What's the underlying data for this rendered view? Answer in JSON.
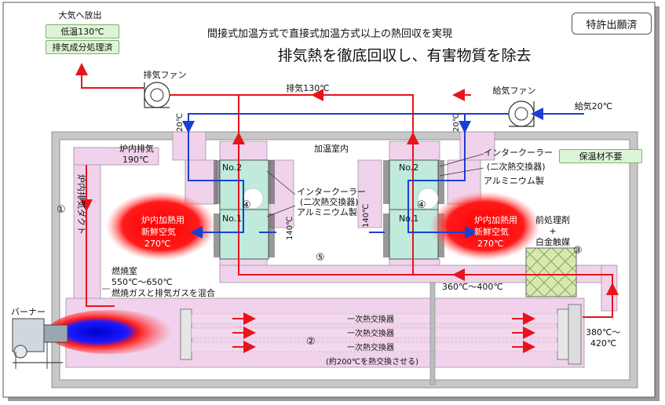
{
  "header": {
    "subtitle": "間接式加温方式で直接式加温方式以上の熱回収を実現",
    "title": "排気熱を徹底回収し、有害物質を除去",
    "patent_badge": "特許出願済"
  },
  "outlet": {
    "label": "大気へ放出",
    "box1": "低温130℃",
    "box2": "排気成分処理済"
  },
  "fans": {
    "exhaust_fan": "排気ファン",
    "supply_fan": "給気ファン",
    "exhaust_temp": "排気130℃",
    "supply_temp": "給気20℃"
  },
  "labels": {
    "twenty_left": "20℃",
    "twenty_right": "20℃",
    "furnace_exhaust": "炉内排気",
    "furnace_exhaust_temp": "190℃",
    "duct_label": "炉内排気ダクト",
    "room_label": "加温室内",
    "intercooler_left_1": "インタークーラー",
    "intercooler_left_2": "(二次熱交換器)",
    "intercooler_left_3": "アルミニウム製",
    "intercooler_right_1": "インタークーラー",
    "intercooler_right_2": "(二次熱交換器)",
    "intercooler_right_3": "アルミニウム製",
    "no_insulation": "保温材不要",
    "no2_left": "No.2",
    "no1_left": "No.1",
    "no2_right": "No.2",
    "no1_right": "No.1",
    "temp_140_left": "140℃",
    "temp_140_right": "140℃",
    "air_left_1": "炉内加熱用",
    "air_left_2": "新鮮空気",
    "air_left_3": "270℃",
    "air_right_1": "炉内加熱用",
    "air_right_2": "新鮮空気",
    "air_right_3": "270℃",
    "pretreatment_1": "前処理剤",
    "pretreatment_2": "+",
    "pretreatment_3": "白金触媒",
    "num_1": "①",
    "num_2": "②",
    "num_3": "③",
    "num_4a": "④",
    "num_4b": "④",
    "num_5": "⑤",
    "combustion_1": "燃焼室",
    "combustion_2": "550℃～650℃",
    "combustion_3": "燃焼ガスと排気ガスを混合",
    "temp_360": "360℃～400℃",
    "burner": "バーナー",
    "hx1": "一次熱交換器",
    "hx2": "一次熱交換器",
    "hx3": "一次熱交換器",
    "hx_note": "(約200℃を熱交換させる)",
    "temp_380_1": "380℃～",
    "temp_380_2": "420℃"
  },
  "colors": {
    "exhaust_red": "#e8141c",
    "supply_blue": "#1a3fd6",
    "duct_pink": "#f1d2ec",
    "intercooler_green": "#bfeadc",
    "flame_red": "#ff1010",
    "wall_gray": "#c8c8c8"
  }
}
